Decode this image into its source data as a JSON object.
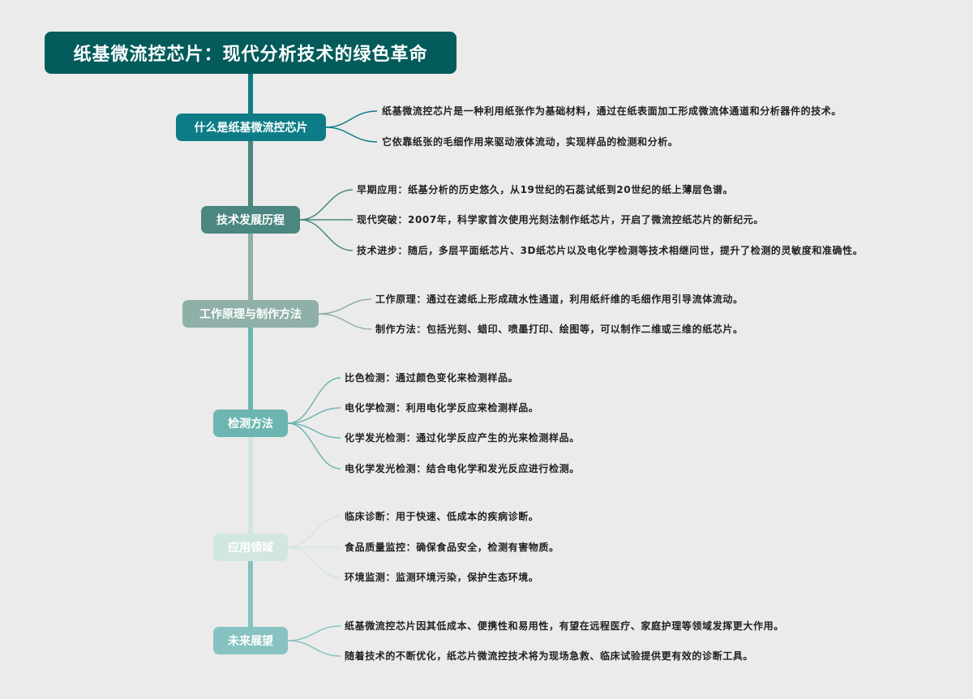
{
  "title": "纸基微流控芯片：现代分析技术的绿色革命",
  "colors": {
    "background": "#ebebeb",
    "root": "#045b5b",
    "branch_1": "#0d7c86",
    "branch_2": "#4b8680",
    "branch_3": "#8fb0a8",
    "branch_4": "#6db5b0",
    "branch_5": "#d2e6e1",
    "branch_6": "#86c2c1"
  },
  "branches": [
    {
      "label": "什么是纸基微流控芯片",
      "children": [
        "纸基微流控芯片是一种利用纸张作为基础材料，通过在纸表面加工形成微流体通道和分析器件的技术。",
        "它依靠纸张的毛细作用来驱动液体流动，实现样品的检测和分析。"
      ]
    },
    {
      "label": "技术发展历程",
      "children": [
        "早期应用：纸基分析的历史悠久，从19世纪的石蕊试纸到20世纪的纸上薄层色谱。",
        "现代突破：2007年，科学家首次使用光刻法制作纸芯片，开启了微流控纸芯片的新纪元。",
        "技术进步：随后，多层平面纸芯片、3D纸芯片以及电化学检测等技术相继问世，提升了检测的灵敏度和准确性。"
      ]
    },
    {
      "label": "工作原理与制作方法",
      "children": [
        "工作原理：通过在滤纸上形成疏水性通道，利用纸纤维的毛细作用引导流体流动。",
        "制作方法：包括光刻、蜡印、喷墨打印、绘图等，可以制作二维或三维的纸芯片。"
      ]
    },
    {
      "label": "检测方法",
      "children": [
        "比色检测：通过颜色变化来检测样品。",
        "电化学检测：利用电化学反应来检测样品。",
        "化学发光检测：通过化学反应产生的光来检测样品。",
        "电化学发光检测：结合电化学和发光反应进行检测。"
      ]
    },
    {
      "label": "应用领域",
      "children": [
        "临床诊断：用于快速、低成本的疾病诊断。",
        "食品质量监控：确保食品安全，检测有害物质。",
        "环境监测：监测环境污染，保护生态环境。"
      ]
    },
    {
      "label": "未来展望",
      "children": [
        "纸基微流控芯片因其低成本、便携性和易用性，有望在远程医疗、家庭护理等领域发挥更大作用。",
        "随着技术的不断优化，纸芯片微流控技术将为现场急救、临床试验提供更有效的诊断工具。"
      ]
    }
  ]
}
